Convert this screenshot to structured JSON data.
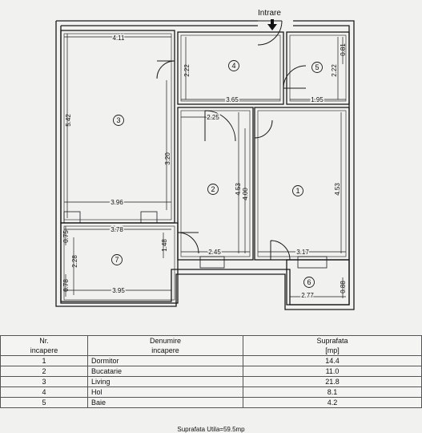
{
  "plan": {
    "entrance_label": "Intrare",
    "rooms": [
      {
        "number": "1"
      },
      {
        "number": "2"
      },
      {
        "number": "3"
      },
      {
        "number": "4"
      },
      {
        "number": "5"
      },
      {
        "number": "6"
      },
      {
        "number": "7"
      }
    ],
    "dimensions": {
      "living_width": "4.11",
      "living_height": "5.42",
      "living_inner_height": "3.20",
      "living_bottom": "3.96",
      "hol_height": "2.22",
      "hol_width": "3.65",
      "baie_height": "2.22",
      "baie_top": "0.81",
      "baie_width": "1.95",
      "kitchen_top": "2.25",
      "kitchen_height": "4.53",
      "kitchen_inner": "4.00",
      "kitchen_bottom": "2.45",
      "bedroom_height": "4.53",
      "bedroom_bottom": "3.17",
      "balcony1_top": "3.78",
      "balcony1_left": "0.75",
      "balcony1_height": "2.28",
      "balcony1_side": "0.78",
      "balcony1_bottom": "3.95",
      "balcony1_inner": "1.48",
      "balcony2_width": "2.77",
      "balcony2_side": "0.88"
    }
  },
  "table": {
    "headers": [
      [
        "Nr.",
        "incapere"
      ],
      [
        "Denumire",
        "incapere"
      ],
      [
        "Suprafata",
        "[mp]"
      ]
    ],
    "rows": [
      {
        "nr": "1",
        "name": "Dormitor",
        "area": "14.4"
      },
      {
        "nr": "2",
        "name": "Bucatarie",
        "area": "11.0"
      },
      {
        "nr": "3",
        "name": "Living",
        "area": "21.8"
      },
      {
        "nr": "4",
        "name": "Hol",
        "area": "8.1"
      },
      {
        "nr": "5",
        "name": "Baie",
        "area": "4.2"
      }
    ],
    "footer": "Suprafata Utila=59.5mp"
  }
}
